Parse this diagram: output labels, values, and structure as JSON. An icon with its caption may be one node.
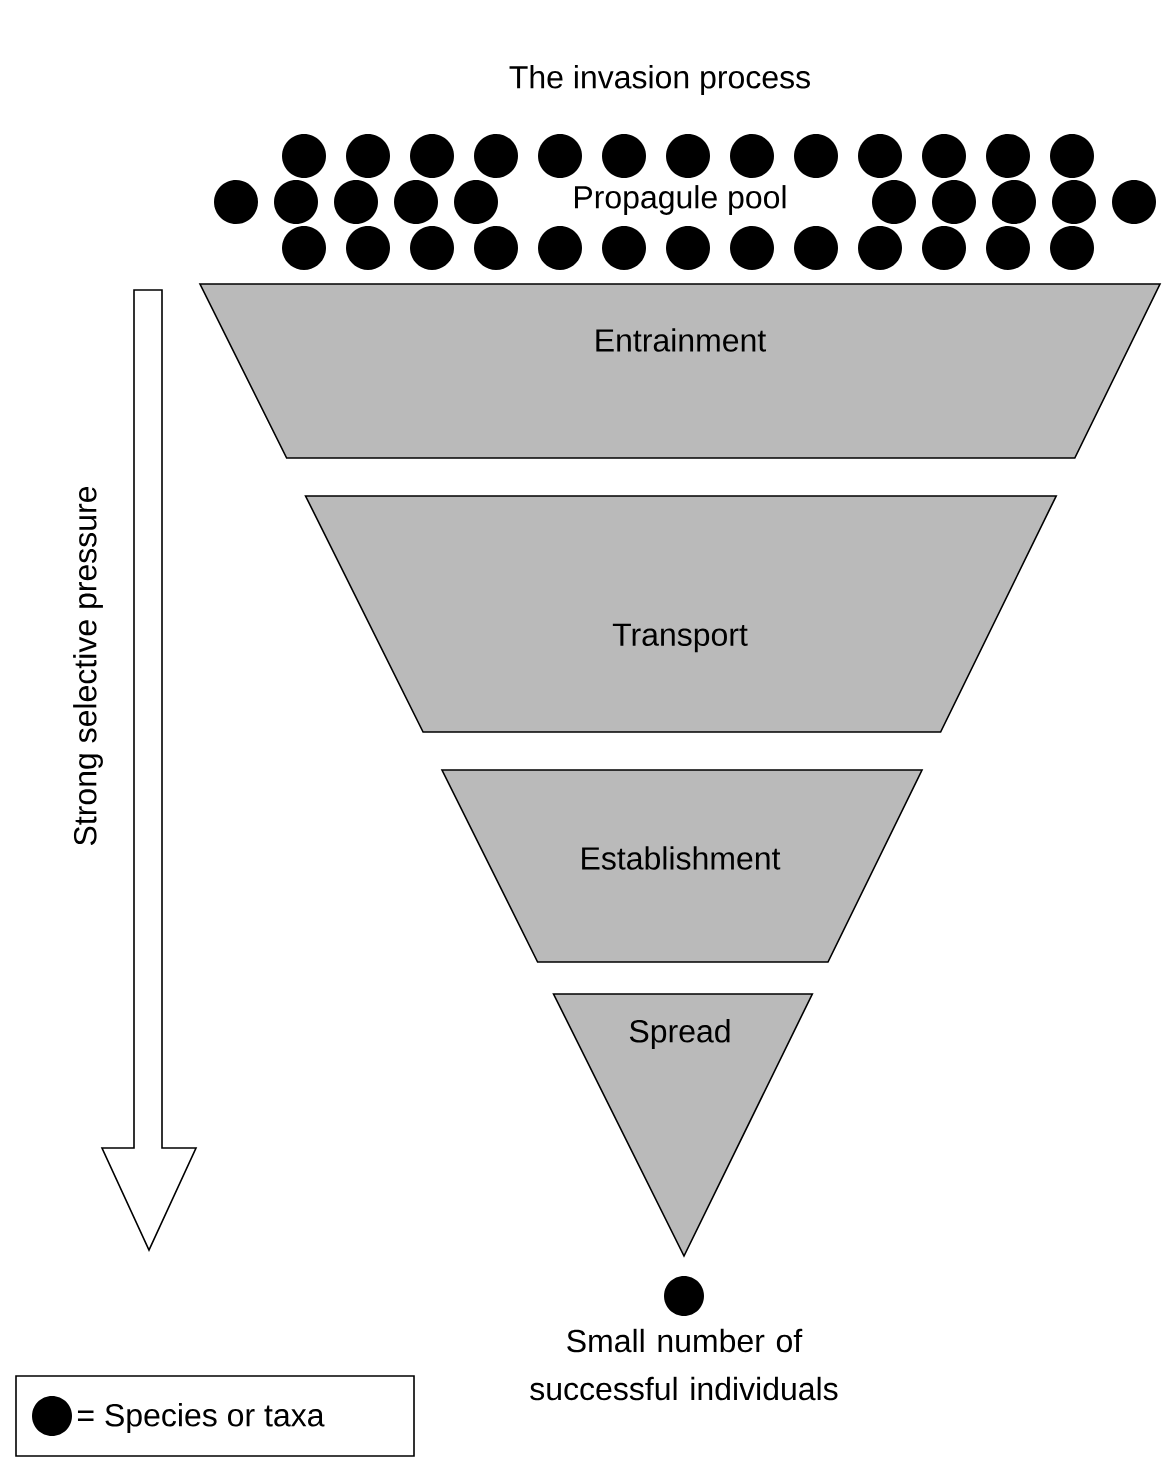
{
  "diagram": {
    "title": "The invasion process",
    "nodes": [
      {
        "text": [
          "Propagule pool"
        ]
      },
      {
        "text": [
          "Entrainment"
        ]
      },
      {
        "text": [
          "Transport"
        ]
      },
      {
        "text": [
          "Establishment"
        ]
      },
      {
        "text": [
          "Spread"
        ]
      },
      {
        "text": [],
        "shape": "circle",
        "beside": [
          "Small number of successful individuals"
        ]
      }
    ],
    "edges": [],
    "labels": [
      "Strong selective pressure"
    ],
    "legend": [
      {
        "text": "= Species or taxa"
      }
    ]
  }
}
